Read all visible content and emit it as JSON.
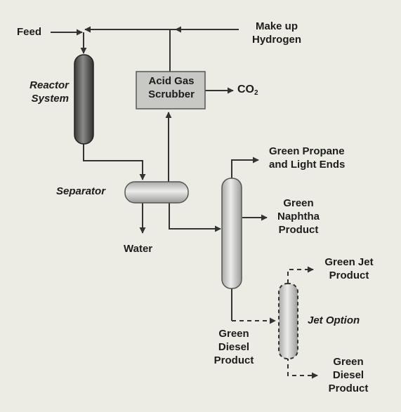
{
  "feed": "Feed",
  "makeup": [
    "Make up",
    "Hydrogen"
  ],
  "reactor": [
    "Reactor",
    "System"
  ],
  "scrubber": [
    "Acid Gas",
    "Scrubber"
  ],
  "co2": {
    "base": "CO",
    "sub": "2"
  },
  "separator": "Separator",
  "water": "Water",
  "propane": [
    "Green Propane",
    "and Light Ends"
  ],
  "naphtha": [
    "Green",
    "Naphtha",
    "Product"
  ],
  "jet_product": [
    "Green Jet",
    "Product"
  ],
  "jet_option": "Jet Option",
  "diesel_left": [
    "Green",
    "Diesel",
    "Product"
  ],
  "diesel_right": [
    "Green",
    "Diesel",
    "Product"
  ]
}
